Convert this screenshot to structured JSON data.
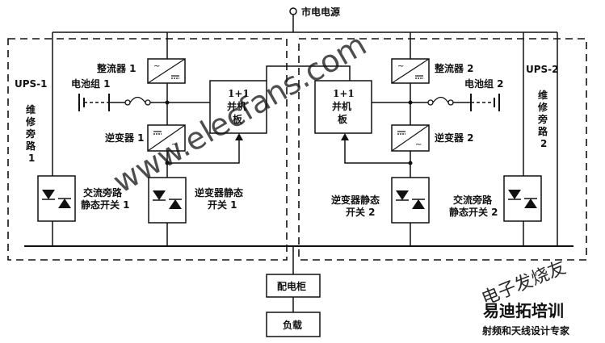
{
  "labels": {
    "mains": "市电电源",
    "rectifier1": "整流器 1",
    "rectifier2": "整流器 2",
    "battery1": "电池组 1",
    "battery2": "电池组 2",
    "inverter1": "逆变器 1",
    "inverter2": "逆变器 2",
    "ups1": "UPS-1",
    "ups2": "UPS-2",
    "bypass1_line1": "维",
    "bypass1_line2": "修",
    "bypass1_line3": "旁",
    "bypass1_line4": "路",
    "bypass1_line5": "1",
    "bypass2_line1": "维",
    "bypass2_line2": "修",
    "bypass2_line3": "旁",
    "bypass2_line4": "路",
    "bypass2_line5": "2",
    "parallel_line1": "1+1",
    "parallel_line2": "并机",
    "parallel_line3": "板",
    "parallel2_line1": "1+1",
    "parallel2_line2": "并机",
    "parallel2_line3": "板",
    "ac_bypass1_line1": "交流旁路",
    "ac_bypass1_line2": "静态开关 1",
    "inv_switch1_line1": "逆变器静态",
    "inv_switch1_line2": "开关 1",
    "inv_switch2_line1": "逆变器静态",
    "inv_switch2_line2": "开关 2",
    "ac_bypass2_line1": "交流旁路",
    "ac_bypass2_line2": "静态开关 2",
    "distribution": "配电柜",
    "load": "负载"
  },
  "watermarks": {
    "diagonal": "www.elecfans.com",
    "corner_top": "电子发烧友",
    "corner_brand": "易迪拓培训",
    "corner_sub": "射频和天线设计专家"
  },
  "colors": {
    "line": "#111111",
    "watermark_gray": "#c8c8c8",
    "watermark_red": "#d9534f"
  }
}
